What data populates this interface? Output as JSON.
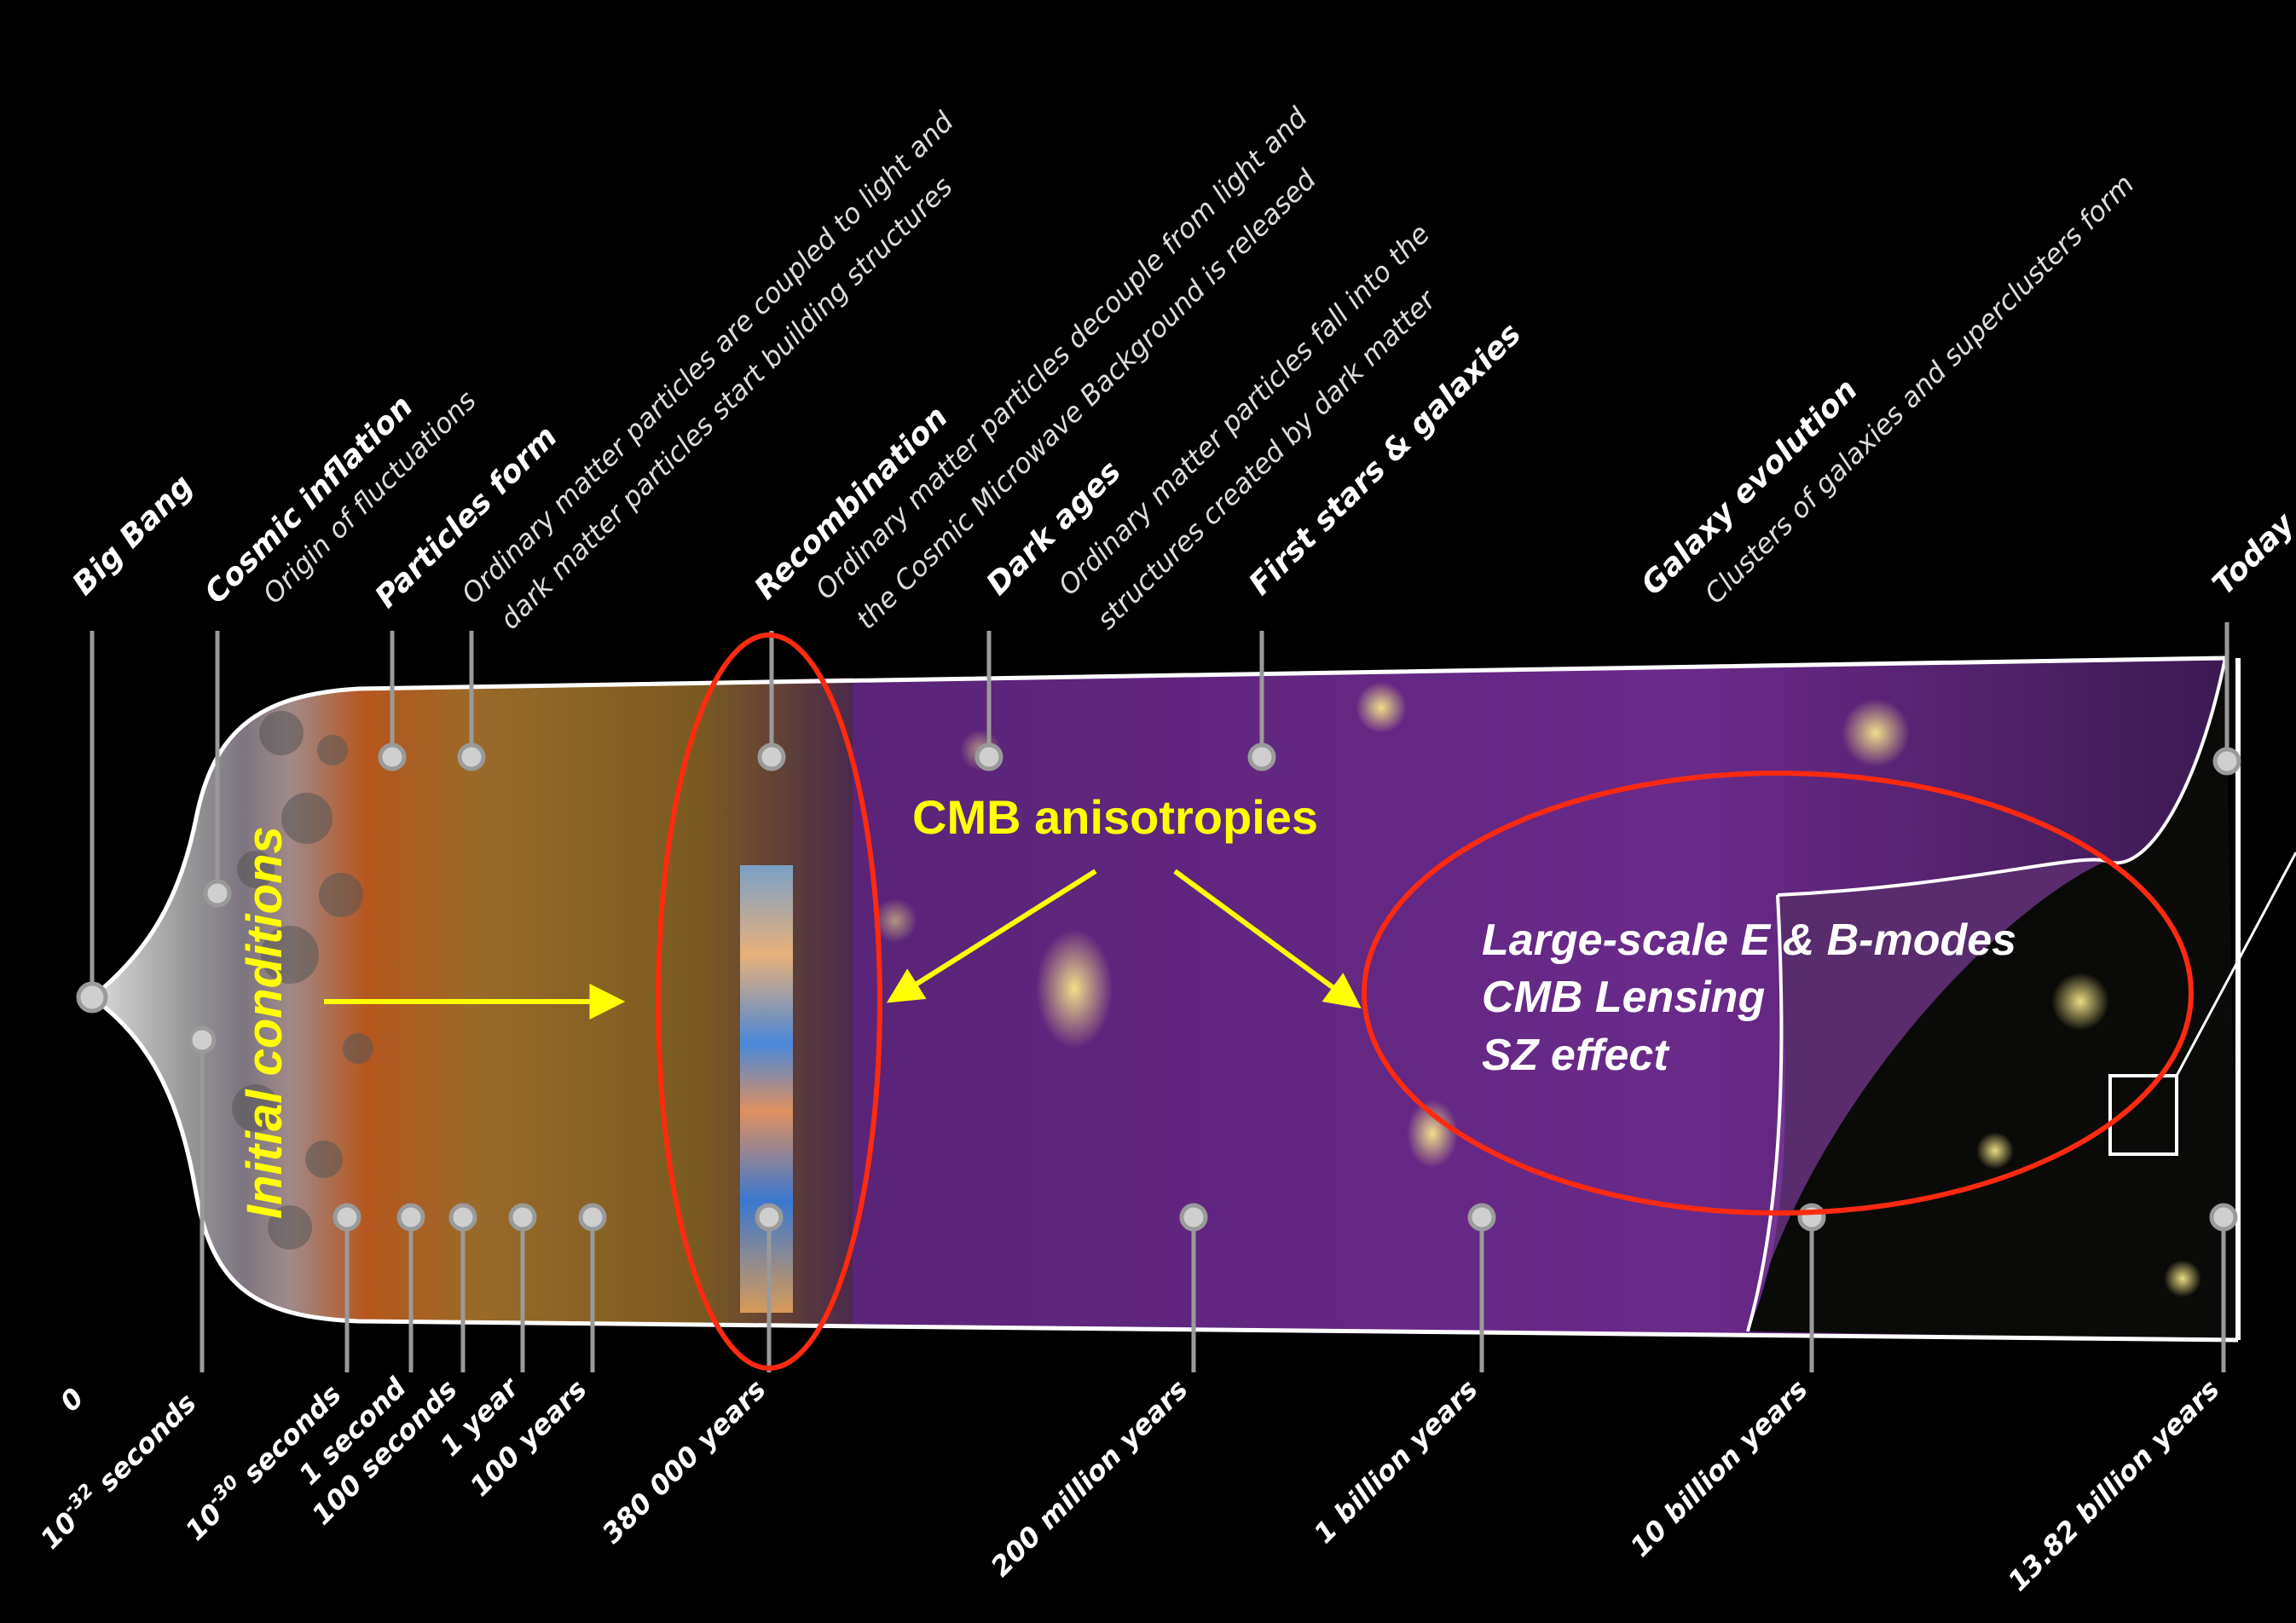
{
  "epochs": [
    {
      "id": "big-bang",
      "title": "Big Bang",
      "desc": []
    },
    {
      "id": "cosmic-inflation",
      "title": "Cosmic inflation",
      "desc": [
        "Origin of fluctuations"
      ]
    },
    {
      "id": "particles-form",
      "title": "Particles form",
      "desc": []
    },
    {
      "id": "coupled",
      "title": "",
      "desc": [
        "Ordinary matter particles are coupled to light and",
        "dark matter particles start building structures"
      ]
    },
    {
      "id": "recombination",
      "title": "Recombination",
      "desc": [
        "Ordinary matter particles decouple from light and",
        "the Cosmic Microwave Background is released"
      ]
    },
    {
      "id": "dark-ages",
      "title": "Dark ages",
      "desc": [
        "Ordinary  matter  particles  fall  into  the",
        "structures created by dark matter"
      ]
    },
    {
      "id": "first-stars",
      "title": "First stars & galaxies",
      "desc": []
    },
    {
      "id": "galaxy-evolution",
      "title": "Galaxy evolution",
      "desc": [
        "Clusters of galaxies and superclusters form"
      ]
    },
    {
      "id": "today",
      "title": "Today",
      "desc": []
    }
  ],
  "times": [
    {
      "id": "t0",
      "label": "0"
    },
    {
      "id": "t1",
      "label": "10-32 seconds",
      "base": "10",
      "exp": "-32",
      "unit": " seconds"
    },
    {
      "id": "t2",
      "label": "10-30 seconds",
      "base": "10",
      "exp": "-30",
      "unit": " seconds"
    },
    {
      "id": "t3",
      "label": "1 second"
    },
    {
      "id": "t4",
      "label": "100 seconds"
    },
    {
      "id": "t5",
      "label": "1 year"
    },
    {
      "id": "t6",
      "label": "100 years"
    },
    {
      "id": "t7",
      "label": "380 000 years"
    },
    {
      "id": "t8",
      "label": "200 million years"
    },
    {
      "id": "t9",
      "label": "1 billion years"
    },
    {
      "id": "t10",
      "label": "10 billion years"
    },
    {
      "id": "t11",
      "label": "13.82 billion years"
    }
  ],
  "annotations": {
    "initial_conditions": "Initial conditions",
    "cmb_anisotropies": "CMB anisotropies",
    "large_scale": [
      "Large-scale E & B-modes",
      "CMB Lensing",
      "SZ effect"
    ]
  },
  "colors": {
    "background": "#000000",
    "highlight_ellipse": "#ff2a10",
    "annotation_yellow": "#ffff00",
    "early_universe": "#a8844a",
    "cosmic_web": "#6a2a8a",
    "filaments": "#f4e07a"
  }
}
